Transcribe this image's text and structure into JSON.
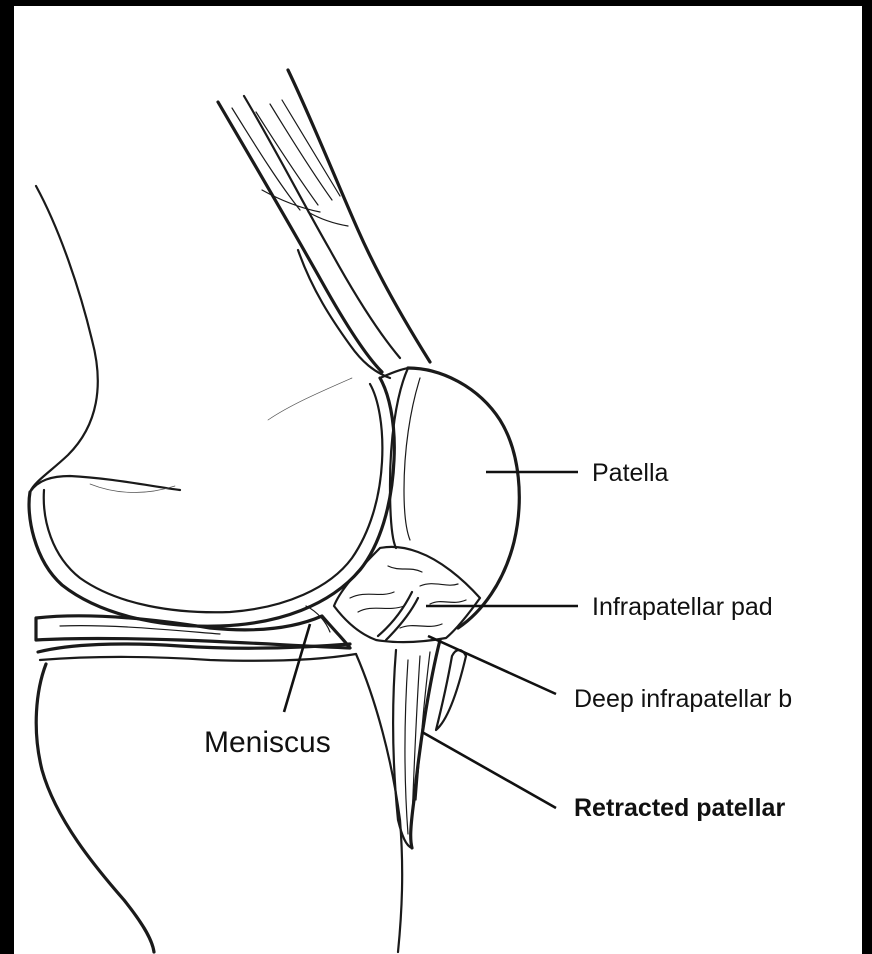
{
  "labels": {
    "patella": "Patella",
    "infrapatellar_pad": "Infrapatellar pad",
    "deep_infrapatellar": "Deep infrapatellar b",
    "meniscus": "Meniscus",
    "retracted_patellar": "Retracted patellar"
  },
  "colors": {
    "background": "#000000",
    "paper": "#ffffff",
    "ink": "#1a1a1a"
  }
}
